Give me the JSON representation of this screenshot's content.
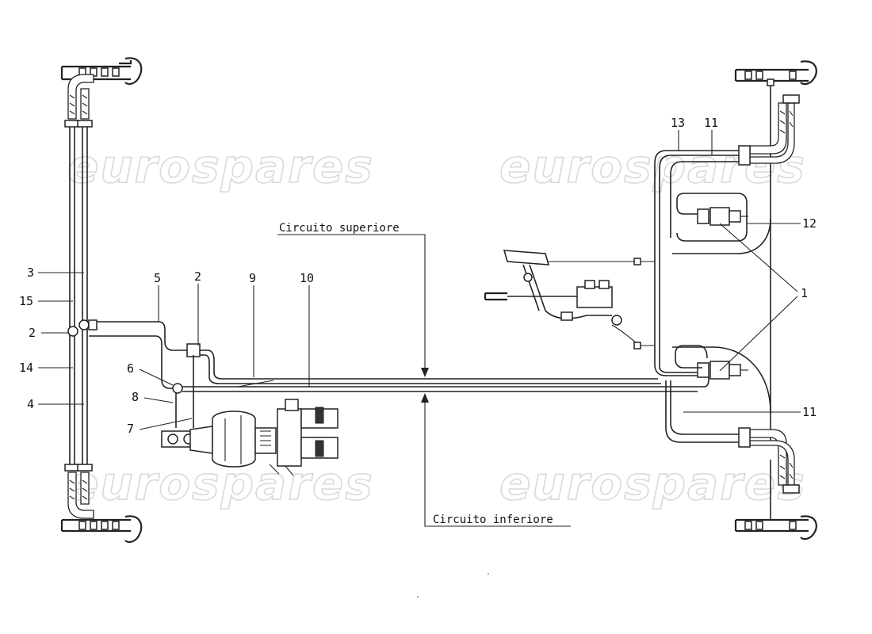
{
  "watermark": "eurospares",
  "captions": {
    "upper": "Circuito  superiore",
    "lower": "Circuito  inferiore"
  },
  "labels": {
    "l3": "3",
    "l15": "15",
    "l2_left": "2",
    "l14": "14",
    "l4": "4",
    "l5": "5",
    "l2_mid": "2",
    "l9": "9",
    "l10": "10",
    "l6": "6",
    "l8": "8",
    "l7": "7",
    "l13": "13",
    "l11_top": "11",
    "l12": "12",
    "l1": "1",
    "l11_bottom": "11"
  }
}
